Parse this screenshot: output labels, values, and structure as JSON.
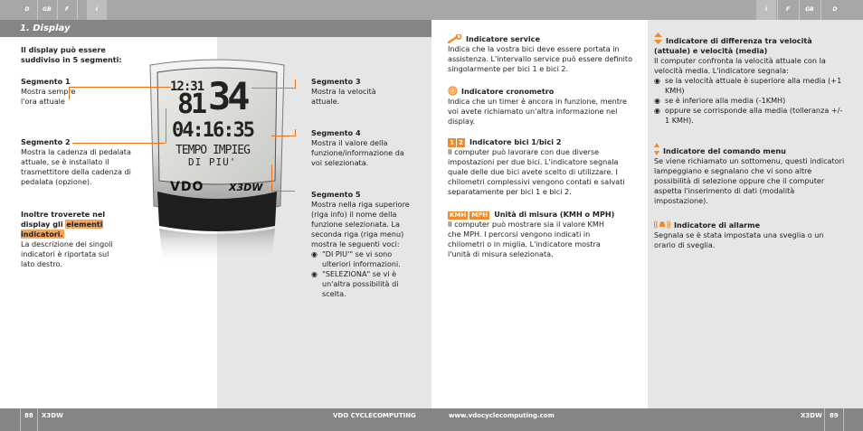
{
  "colors": {
    "accent": "#f08a2c",
    "leader": "#e8751a",
    "bar": "#858585",
    "top_bar": "#a7a7a7",
    "panel_shade": "#e6e6e6"
  },
  "nav": {
    "left_langs": [
      "D",
      "GB",
      "F",
      "I"
    ],
    "right_langs": [
      "I",
      "F",
      "GB",
      "D"
    ],
    "selected": "I"
  },
  "header": {
    "title": "1. Display"
  },
  "left": {
    "intro": "Il display può essere suddiviso in 5 segmenti:",
    "seg1": {
      "title": "Segmento 1",
      "body": "Mostra sempre l'ora attuale"
    },
    "seg2": {
      "title": "Segmento 2",
      "body": "Mostra la cadenza di pedalata attuale, se è installato il trasmettitore della cadenza di pedalata (opzione)."
    },
    "extra": {
      "title_a": "Inoltre troverete nel display gli ",
      "title_b": "elementi indicatori.",
      "body": "La descrizione dei singoli indicatori è riportata sul lato destro."
    },
    "seg3": {
      "title": "Segmento 3",
      "body": "Mostra la velocità attuale."
    },
    "seg4": {
      "title": "Segmento 4",
      "body": "Mostra il valore della funzione/informazione da voi selezionata."
    },
    "seg5": {
      "title": "Segmento 5",
      "body": "Mostra nella riga superiore (riga info) il nome della funzione selezionata. La seconda riga (riga menu) mostra le seguenti voci:",
      "bullets": [
        "\"DI PIU'\" se vi sono ulteriori informazioni.",
        "\"SELEZIONA\" se vi è un'altra possibilità di scelta."
      ]
    }
  },
  "device": {
    "time": "12:31",
    "cadence": "81",
    "speed": "34",
    "value": "04:16:35",
    "info_line": "TEMPO IMPIEG",
    "menu_line": "DI PIU'",
    "brand": "VDO",
    "model": "X3DW"
  },
  "middle": {
    "service": {
      "title": "Indicatore service",
      "body": "Indica che la vostra bici deve essere portata in assistenza. L'intervallo service può essere definito singolarmente per bici 1 e bici 2."
    },
    "stopwatch": {
      "title": "Indicatore cronometro",
      "body": "Indica che un timer è ancora in funzione, mentre voi avete richiamato un'altra informazione nel display."
    },
    "bike": {
      "badge1": "1",
      "badge2": "2",
      "title": "Indicatore bici 1/bici 2",
      "body": "Il computer può lavorare con due diverse impostazioni per due bici. L'indicatore segnala quale delle due bici avete scelto di utilizzare. I chilometri complessivi vengono contati e salvati separatamente per bici 1 e bici 2."
    },
    "unit": {
      "badge1": "KMH",
      "badge2": "MPH",
      "title": "Unità di misura (KMH o MPH)",
      "body": "Il computer può mostrare sia il valore KMH che MPH. I percorsi vengono indicati in chilometri o in miglia. L'indicatore mostra l'unità di misura selezionata."
    }
  },
  "right": {
    "speed_diff": {
      "title": "Indicatore di differenza tra velocità (attuale) e velocità (media)",
      "body": "Il computer confronta la velocità attuale con la velocità media. L'indicatore segnala:",
      "bullets": [
        "se la velocità attuale è superiore alla media (+1 KMH)",
        "se è inferiore alla media (-1KMH)",
        "oppure se corrisponde alla media (tolleranza +/- 1 KMH)."
      ]
    },
    "menu": {
      "title": "Indicatore del comando menu",
      "body": "Se viene richiamato un sottomenu, questi indicatori lampeggiano e segnalano che vi sono altre possibilità di selezione oppure che il computer aspetta l'inserimento di dati (modalità impostazione)."
    },
    "alarm": {
      "title": "Indicatore di allarme",
      "body": "Segnala se è stata impostata una sveglia o un orario di sveglia."
    }
  },
  "footer": {
    "page_left": "88",
    "model_left": "X3DW",
    "brand": "VDO CYCLECOMPUTING",
    "url": "www.vdocyclecomputing.com",
    "model_right": "X3DW",
    "page_right": "89"
  }
}
